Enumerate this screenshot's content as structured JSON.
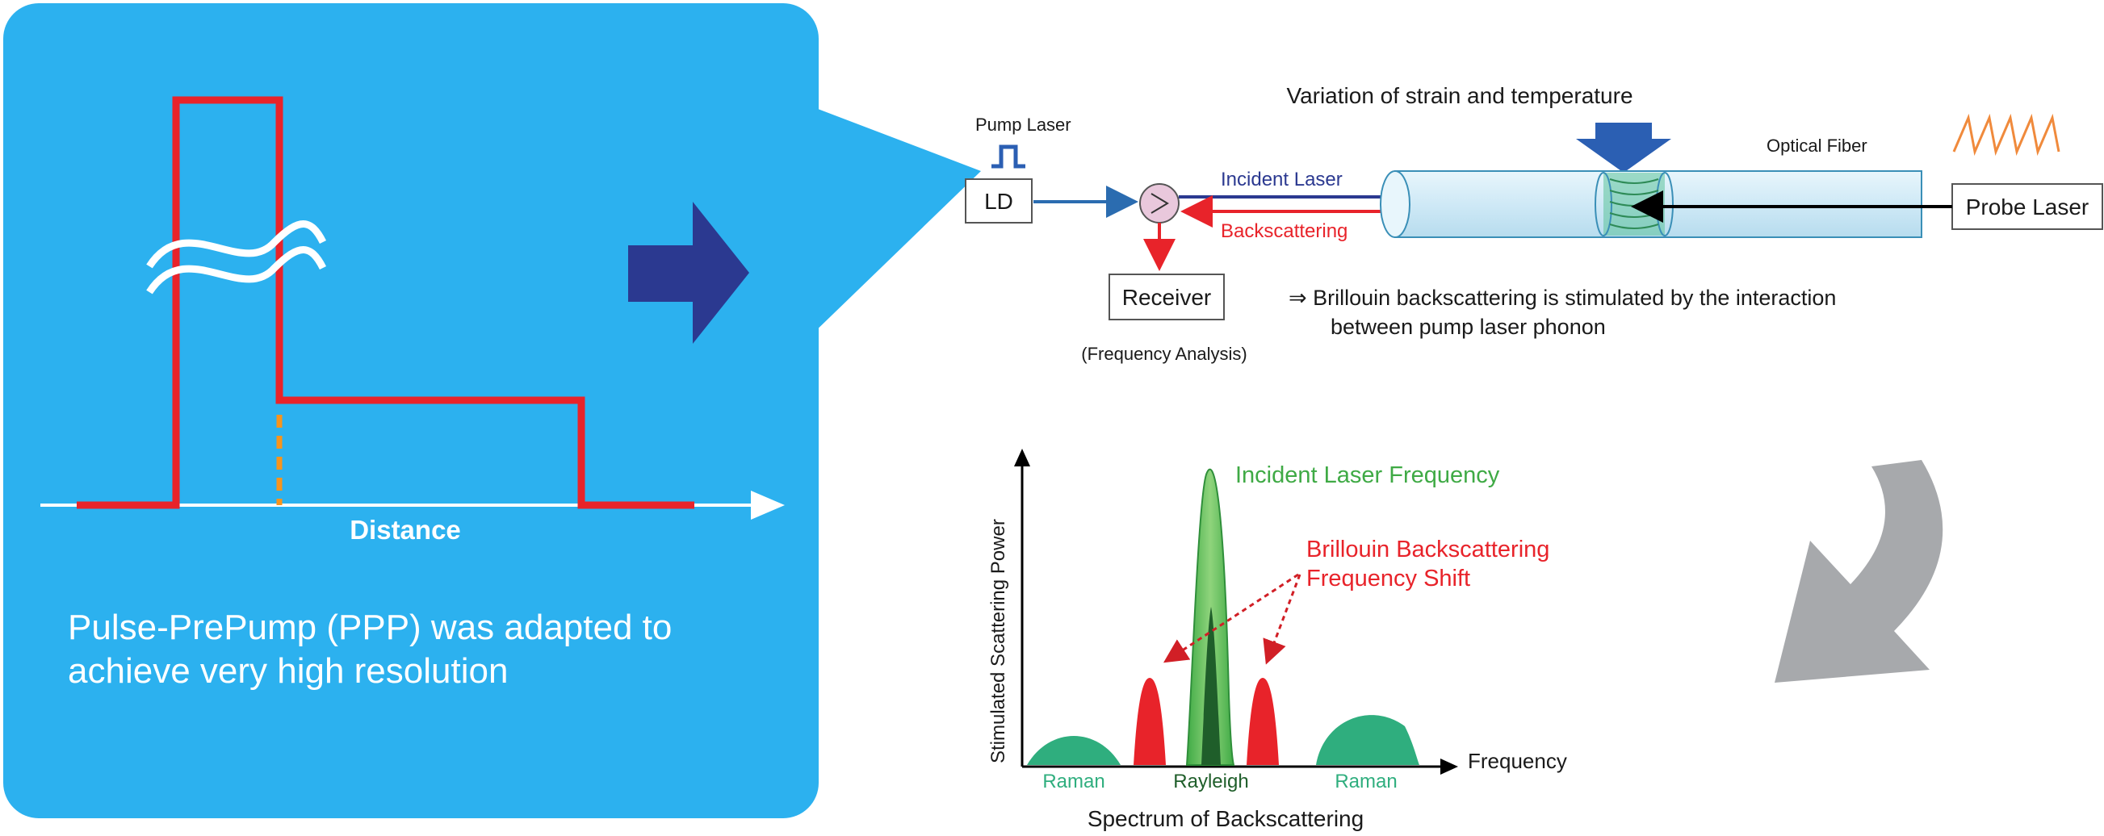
{
  "ppp_panel": {
    "distance_label": "Distance",
    "caption_line1": "Pulse-PrePump (PPP) was adapted to",
    "caption_line2": "achieve  very high resolution"
  },
  "bocda_setup": {
    "variation_label": "Variation of strain and temperature",
    "pump_laser_label": "Pump Laser",
    "ld_label": "LD",
    "incident_laser_label": "Incident Laser",
    "backscattering_label": "Backscattering",
    "optical_fiber_label": "Optical Fiber",
    "probe_laser_label": "Probe Laser",
    "receiver_label": "Receiver",
    "frequency_analysis_label": "(Frequency Analysis)",
    "note_line1": "⇒  Brillouin backscattering is stimulated by the interaction",
    "note_line2": "between pump laser phonon"
  },
  "spectrum": {
    "incident_freq_label": "Incident Laser Frequency",
    "brillouin_line1": "Brillouin Backscattering",
    "brillouin_line2": "Frequency Shift",
    "ylabel": "Stimulated Scattering Power",
    "xlabel": "Frequency",
    "raman_left": "Raman",
    "rayleigh": "Rayleigh",
    "raman_right": "Raman",
    "title": "Spectrum of Backscattering"
  },
  "colors": {
    "panel_blue": "#2cb1ef",
    "pulse_red": "#e8232a",
    "arrow_navy": "#2b3990",
    "incident_blue": "#2b3990",
    "back_red": "#e8232a",
    "fiber_fill": "#d6eef8",
    "green": "#34a853",
    "raman_teal": "#2fae7e",
    "gray_arrow": "#a7a9ac"
  }
}
